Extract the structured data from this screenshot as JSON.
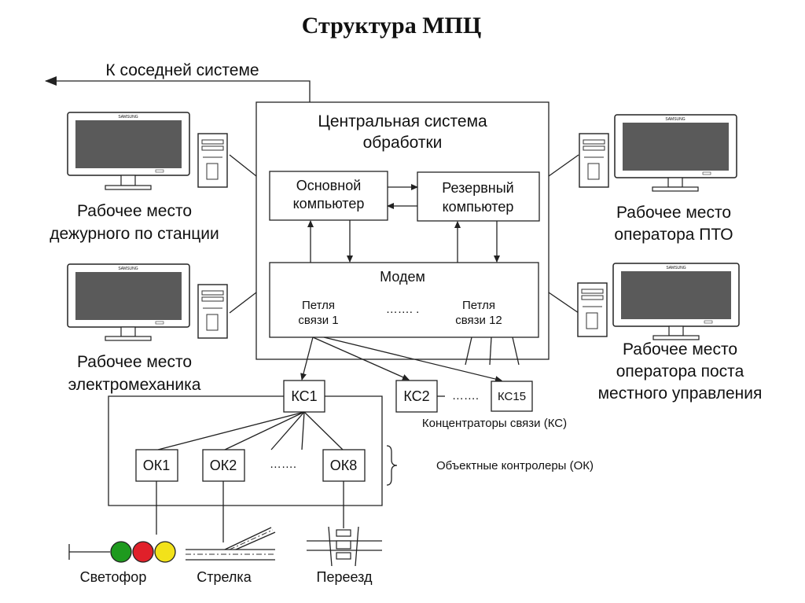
{
  "title": "Структура МПЦ",
  "neighbor_label": "К соседней системе",
  "central": {
    "title_line1": "Центральная система",
    "title_line2": "обработки",
    "main_computer_line1": "Основной",
    "main_computer_line2": "компьютер",
    "backup_computer_line1": "Резервный",
    "backup_computer_line2": "компьютер",
    "modem_label": "Модем",
    "loop1_line1": "Петля",
    "loop1_line2": "связи 1",
    "loop_dots": "……. .",
    "loop12_line1": "Петля",
    "loop12_line2": "связи 12"
  },
  "workstations": {
    "duty_line1": "Рабочее место",
    "duty_line2": "дежурного по станции",
    "electro_line1": "Рабочее место",
    "electro_line2": "электромеханика",
    "pto_line1": "Рабочее место",
    "pto_line2": "оператора ПТО",
    "local_line1": "Рабочее место",
    "local_line2": "оператора поста",
    "local_line3": "местного управления",
    "monitor_brand": "SAMSUNG"
  },
  "concentrators": {
    "ks1": "КС1",
    "ks2": "КС2",
    "ks_dots": "…….",
    "ks15": "КС15",
    "label": "Концентраторы связи (КС)"
  },
  "controllers": {
    "ok1": "ОК1",
    "ok2": "ОК2",
    "ok_dots": "…….",
    "ok8": "ОК8",
    "label": "Объектные контролеры (ОК)"
  },
  "devices": {
    "signal": "Светофор",
    "switch": "Стрелка",
    "crossing": "Переезд"
  },
  "colors": {
    "signal_green": "#1e9a1e",
    "signal_red": "#e0202a",
    "signal_yellow": "#f2e21a",
    "screen": "#5a5a5a"
  }
}
